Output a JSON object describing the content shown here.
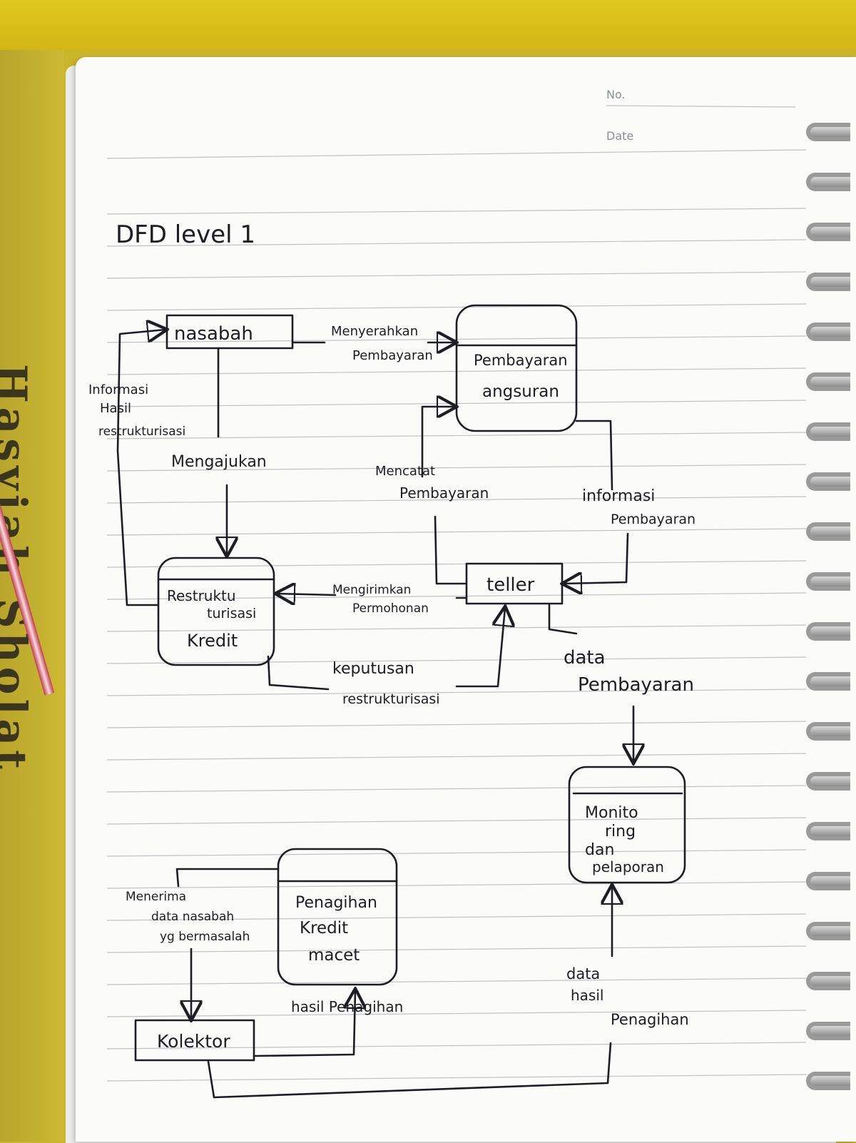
{
  "header": {
    "no_label": "No.",
    "date_label": "Date"
  },
  "notebook_spine": "Hasyiah Sholat",
  "title": "DFD level 1",
  "entities": {
    "nasabah": "nasabah",
    "teller": "teller",
    "kolektor": "Kolektor"
  },
  "processes": {
    "pembayaran": [
      "Pembayaran",
      "angsuran"
    ],
    "restrukturisasi": [
      "Restruktu",
      "turisasi",
      "Kredit"
    ],
    "monitoring": [
      "Monito",
      "ring",
      "dan",
      "pelaporan"
    ],
    "penagihan": [
      "Penagihan",
      "Kredit",
      "macet"
    ]
  },
  "flows": {
    "menyerahkan": [
      "Menyerahkan",
      "Pembayaran"
    ],
    "informasi_hasil": [
      "Informasi",
      "Hasil",
      "restrukturisasi"
    ],
    "mengajukan": "Mengajukan",
    "mencatat": [
      "Mencatat",
      "Pembayaran"
    ],
    "informasi_pembayaran": [
      "informasi",
      "Pembayaran"
    ],
    "mengirimkan": [
      "Mengirimkan",
      "Permohonan"
    ],
    "keputusan": [
      "keputusan",
      "restrukturisasi"
    ],
    "data_pembayaran": [
      "data",
      "Pembayaran"
    ],
    "menerima": [
      "Menerima",
      "data nasabah",
      "yg bermasalah"
    ],
    "hasil_penagihan": "hasil Penagihan",
    "data_hasil": [
      "data",
      "hasil",
      "Penagihan"
    ]
  },
  "colors": {
    "ink": "#1d1d24",
    "paper": "#fbfbf9",
    "rule": "#9aa1a8",
    "desk": "#d3b616"
  }
}
